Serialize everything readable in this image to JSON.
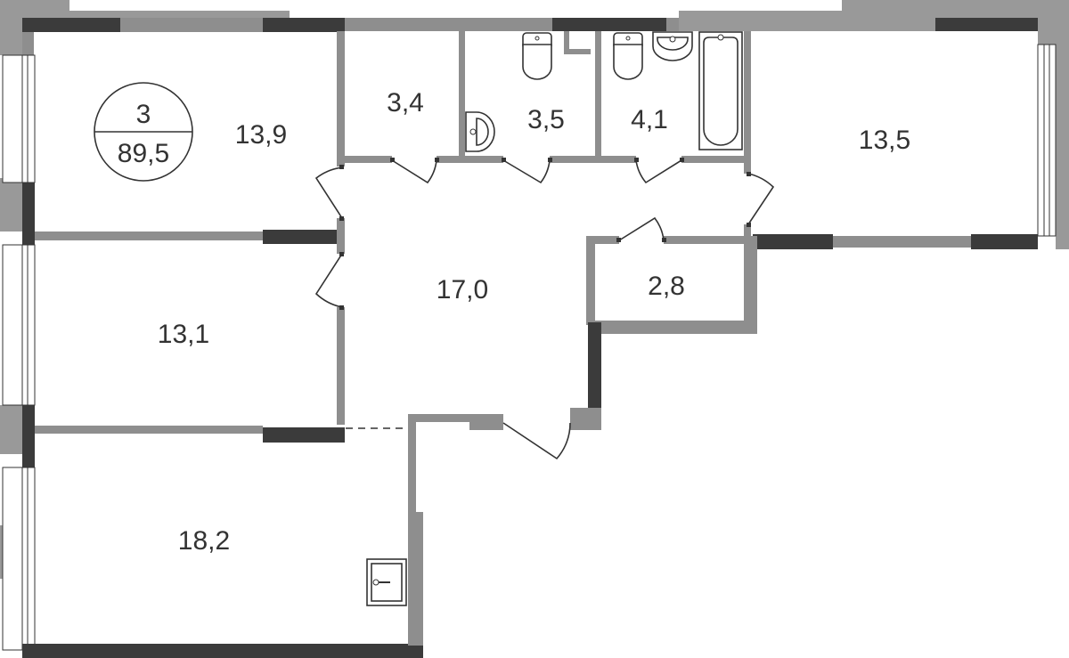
{
  "plan": {
    "rooms_count": "3",
    "total_area": "89,5",
    "rooms": {
      "bedroom_top_left": "13,9",
      "storage": "3,4",
      "wc": "3,5",
      "bathroom": "4,1",
      "bedroom_right": "13,5",
      "hall": "17,0",
      "closet": "2,8",
      "bedroom_middle_left": "13,1",
      "kitchen_living": "18,2"
    }
  },
  "colors": {
    "light_wall": "#8e8e8e",
    "dark_wall": "#3b3b3b",
    "text": "#333333"
  }
}
